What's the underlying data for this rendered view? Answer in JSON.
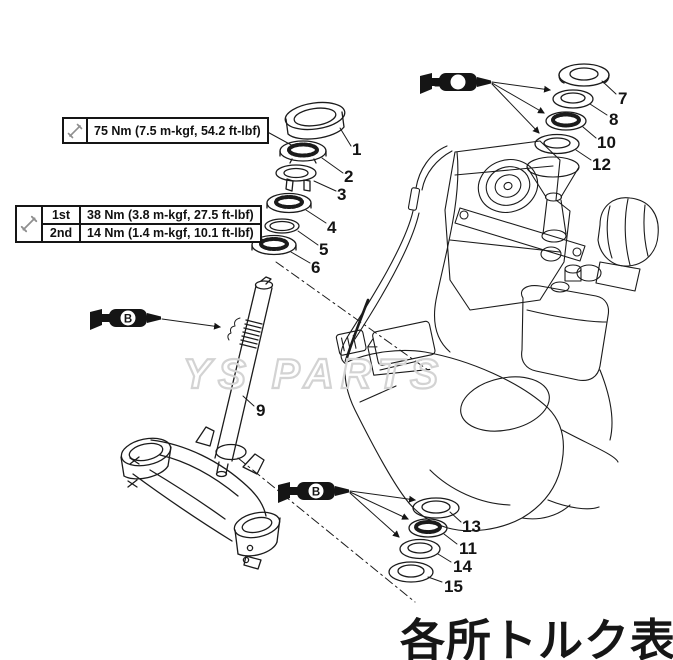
{
  "diagram": {
    "title_caption": "各所トルク表",
    "watermark": "YS PARTS",
    "grease_symbol": {
      "letter": "B",
      "meaning": "apply-grease-symbol"
    },
    "torque_note_single": {
      "icon": "wrench-icon",
      "text": "75 Nm (7.5 m-kgf, 54.2 ft-lbf)"
    },
    "torque_note_staged": {
      "icon": "wrench-icon",
      "rows": [
        {
          "step": "1st",
          "value": "38 Nm (3.8 m-kgf, 27.5 ft-lbf)"
        },
        {
          "step": "2nd",
          "value": "14 Nm (1.4 m-kgf, 10.1 ft-lbf)"
        }
      ]
    },
    "callouts": [
      "1",
      "2",
      "3",
      "4",
      "5",
      "6",
      "7",
      "8",
      "9",
      "10",
      "11",
      "12",
      "13",
      "14",
      "15"
    ],
    "colors": {
      "line": "#1b1b1b",
      "watermark": "#d3d3d3",
      "caption": "#161616",
      "background": "#ffffff"
    }
  }
}
